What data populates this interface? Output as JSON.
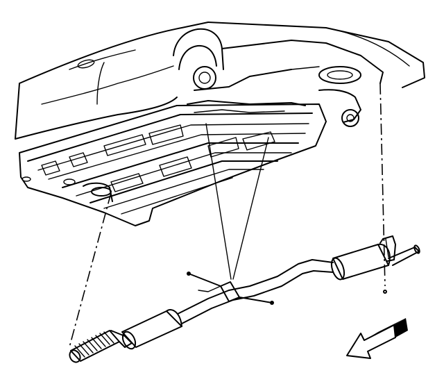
{
  "diagram": {
    "components": [
      {
        "id": "vehicle-body",
        "icon": "vehicle-underbody-icon"
      },
      {
        "id": "front-pipe",
        "icon": "catalytic-converter-pipe-icon"
      },
      {
        "id": "intermediate-pipe",
        "icon": "intermediate-pipe-icon"
      },
      {
        "id": "muffler",
        "icon": "muffler-icon"
      },
      {
        "id": "tailpipe",
        "icon": "tailpipe-icon"
      },
      {
        "id": "center-hanger",
        "icon": "exhaust-hanger-icon"
      },
      {
        "id": "rear-hanger",
        "icon": "exhaust-hanger-icon"
      },
      {
        "id": "bolts",
        "icon": "bolt-icon"
      },
      {
        "id": "direction-arrow",
        "icon": "front-of-vehicle-arrow-icon"
      }
    ],
    "colors": {
      "line": "#000000",
      "background": "#ffffff"
    }
  }
}
